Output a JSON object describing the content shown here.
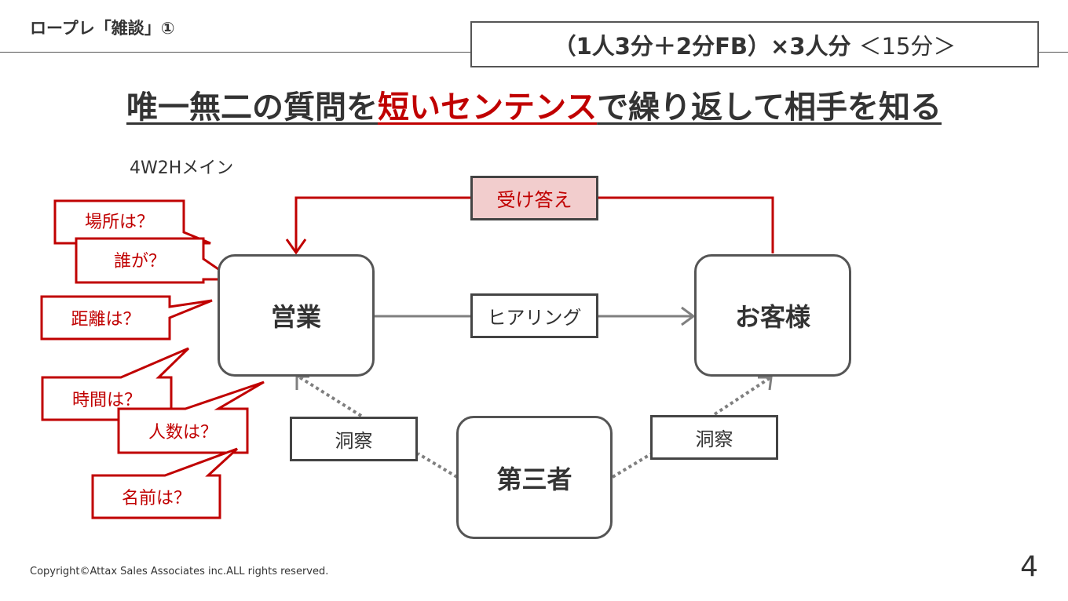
{
  "header": {
    "title": "ロープレ「雑談」①",
    "session_format": "（1人3分＋2分FB）×3人分",
    "session_duration": "＜15分＞"
  },
  "headline": {
    "part1": "唯一無二の質問を",
    "highlight": "短いセンテンス",
    "part2": "で繰り返して相手を知る"
  },
  "note": "4W2Hメイン",
  "nodes": {
    "sales": "営業",
    "customer": "お客様",
    "third_party": "第三者"
  },
  "labels": {
    "response": "受け答え",
    "hearing": "ヒアリング",
    "observation_left": "洞察",
    "observation_right": "洞察"
  },
  "questions": [
    "場所は？",
    "誰が？",
    "距離は？",
    "時間は？",
    "人数は？",
    "名前は？"
  ],
  "footer": {
    "copyright": "Copyright©Attax Sales Associates inc.ALL rights reserved.",
    "page_number": "4"
  },
  "colors": {
    "accent_red": "#c00000",
    "pink_fill": "#f2cdcd",
    "gray_arrow": "#7f7f7f",
    "dark_border": "#555555"
  }
}
